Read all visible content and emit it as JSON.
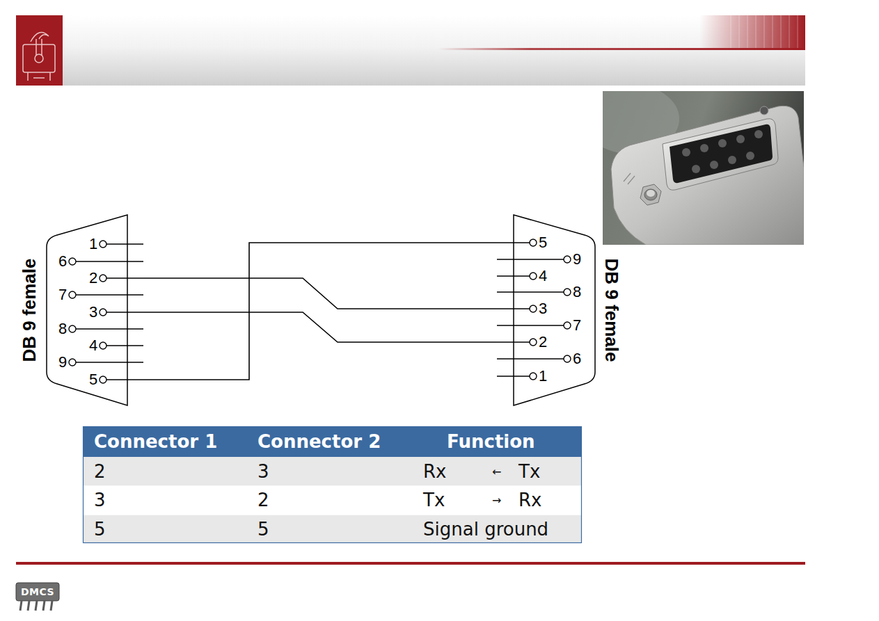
{
  "diagram": {
    "nodes": [
      {
        "text": [
          "DB 9 female"
        ]
      },
      {
        "text": [
          "1"
        ],
        "in": 0
      },
      {
        "text": [
          "6"
        ],
        "in": 0
      },
      {
        "text": [
          "2"
        ],
        "in": 0
      },
      {
        "text": [
          "7"
        ],
        "in": 0
      },
      {
        "text": [
          "3"
        ],
        "in": 0
      },
      {
        "text": [
          "8"
        ],
        "in": 0
      },
      {
        "text": [
          "4"
        ],
        "in": 0
      },
      {
        "text": [
          "9"
        ],
        "in": 0
      },
      {
        "text": [
          "5"
        ],
        "in": 0
      },
      {
        "text": [
          "DB 9 female"
        ]
      },
      {
        "text": [
          "5"
        ],
        "in": 10
      },
      {
        "text": [
          "9"
        ],
        "in": 10
      },
      {
        "text": [
          "4"
        ],
        "in": 10
      },
      {
        "text": [
          "8"
        ],
        "in": 10
      },
      {
        "text": [
          "3"
        ],
        "in": 10
      },
      {
        "text": [
          "7"
        ],
        "in": 10
      },
      {
        "text": [
          "2"
        ],
        "in": 10
      },
      {
        "text": [
          "6"
        ],
        "in": 10
      },
      {
        "text": [
          "1"
        ],
        "in": 10
      }
    ],
    "edges": [
      {
        "from": 3,
        "to": 15,
        "arrow": "none"
      },
      {
        "from": 5,
        "to": 17,
        "arrow": "none"
      },
      {
        "from": 9,
        "to": 11,
        "arrow": "none"
      }
    ],
    "labels": [
      "Connector 1",
      "Connector 2",
      "Function",
      "2",
      "3",
      "Rx",
      "←",
      "Tx",
      "3",
      "2",
      "Tx",
      "→",
      "Rx",
      "5",
      "5",
      "Signal ground",
      "DMCS"
    ]
  }
}
